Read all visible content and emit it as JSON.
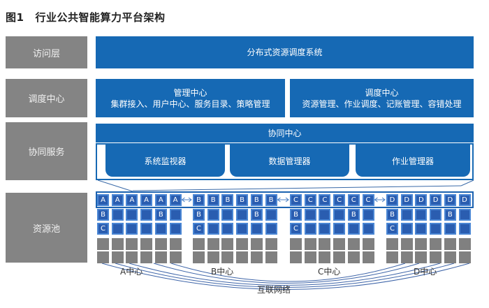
{
  "figure": {
    "number": "图1",
    "title": "行业公共智能算力平台架构"
  },
  "layers": [
    {
      "id": "access",
      "label": "访问层"
    },
    {
      "id": "scheduling",
      "label": "调度中心"
    },
    {
      "id": "collaboration",
      "label": "协同服务"
    },
    {
      "id": "pool",
      "label": "资源池"
    }
  ],
  "access": {
    "system": "分布式资源调度系统"
  },
  "scheduling": {
    "management": {
      "title": "管理中心",
      "items": "集群接入、用户中心、服务目录、策略管理"
    },
    "dispatch": {
      "title": "调度中心",
      "items": "资源管理、作业调度、记账管理、容错处理"
    }
  },
  "collaboration": {
    "center": "协同中心",
    "modules": [
      "系统监视器",
      "数据管理器",
      "作业管理器"
    ]
  },
  "pool": {
    "groups": [
      {
        "name": "A中心",
        "top": [
          "A",
          "A",
          "A",
          "A",
          "A",
          "A"
        ]
      },
      {
        "name": "B中心",
        "top": [
          "B",
          "B",
          "B",
          "B",
          "B",
          "B"
        ]
      },
      {
        "name": "C中心",
        "top": [
          "C",
          "C",
          "C",
          "C",
          "C",
          "C"
        ]
      },
      {
        "name": "D中心",
        "top": [
          "D",
          "D",
          "D",
          "D",
          "D",
          "D"
        ]
      }
    ],
    "row2": [
      "B",
      "",
      "",
      "",
      "B",
      ""
    ],
    "row3": [
      "C",
      "",
      "",
      "",
      "",
      ""
    ],
    "network": "互联网络"
  },
  "colors": {
    "blue": "#1669b4",
    "gray": "#848484",
    "cell_blue": "#2a5db0",
    "cell_gray": "#808080"
  }
}
